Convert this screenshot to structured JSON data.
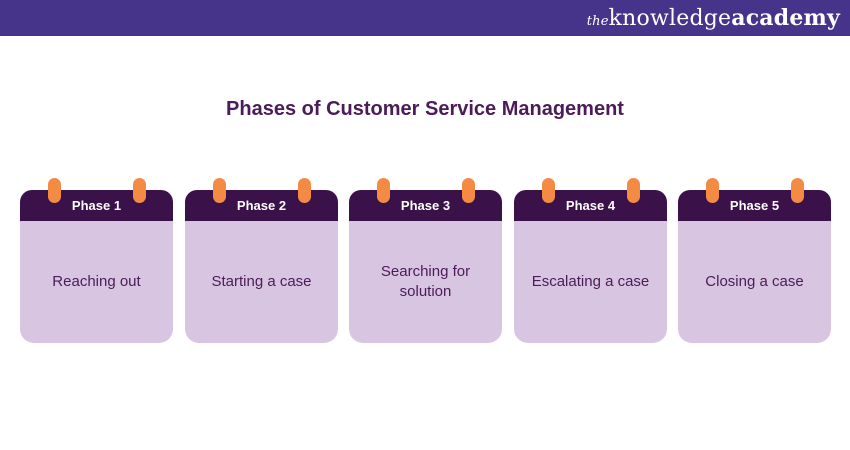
{
  "header": {
    "logo_prefix": "the",
    "logo_main": "knowledge",
    "logo_suffix": "academy",
    "bar_color": "#45348a"
  },
  "title": "Phases of Customer Service Management",
  "colors": {
    "card_header": "#3a1148",
    "card_body": "#d8c5e1",
    "pin": "#f48b45",
    "text": "#4b1c57"
  },
  "phases": [
    {
      "label": "Phase 1",
      "text": "Reaching out"
    },
    {
      "label": "Phase 2",
      "text": "Starting a case"
    },
    {
      "label": "Phase 3",
      "text": "Searching for solution"
    },
    {
      "label": "Phase 4",
      "text": "Escalating a case"
    },
    {
      "label": "Phase 5",
      "text": "Closing a case"
    }
  ]
}
